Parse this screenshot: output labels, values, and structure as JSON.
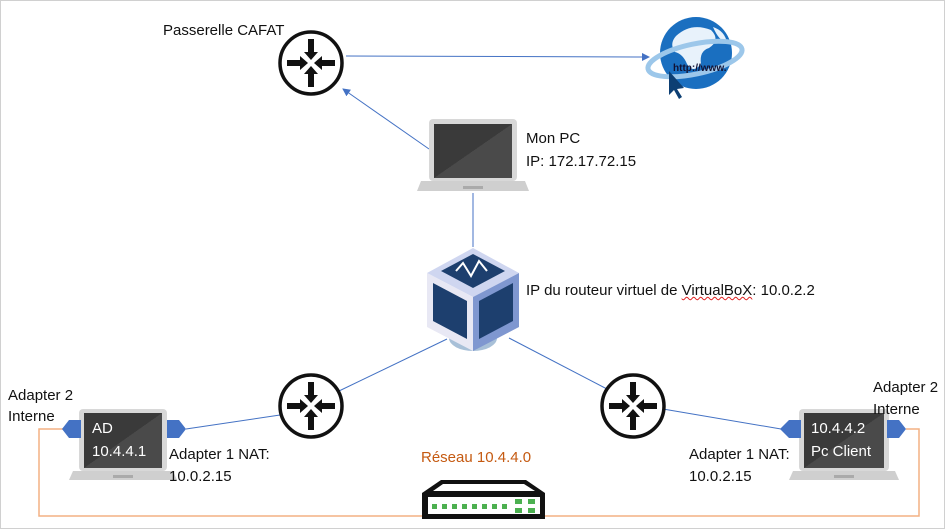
{
  "gateway": {
    "label": "Passerelle CAFAT"
  },
  "internet": {
    "icon": "globe-www-icon",
    "text": "http://www."
  },
  "my_pc": {
    "name": "Mon PC",
    "ip": "IP: 172.17.72.15"
  },
  "virtualbox": {
    "label_prefix": "IP du routeur virtuel de ",
    "label_brand": "VirtualBoX",
    "label_suffix": ": 10.0.2.2"
  },
  "ad": {
    "screen_line1": "AD",
    "screen_line2": "10.4.4.1",
    "adapter2_line1": "Adapter 2",
    "adapter2_line2": "Interne",
    "adapter1_line1": "Adapter 1 NAT:",
    "adapter1_line2": "10.0.2.15"
  },
  "client": {
    "screen_line1": "10.4.4.2",
    "screen_line2": "Pc Client",
    "adapter2_line1": "Adapter 2",
    "adapter2_line2": "Interne",
    "adapter1_line1": "Adapter 1 NAT:",
    "adapter1_line2": "10.0.2.15"
  },
  "network": {
    "label": "Réseau 10.4.4.0"
  },
  "colors": {
    "link": "#4472c4",
    "internal_link": "#f4b183",
    "network_label": "#c55a11",
    "connector": "#4472c4"
  }
}
